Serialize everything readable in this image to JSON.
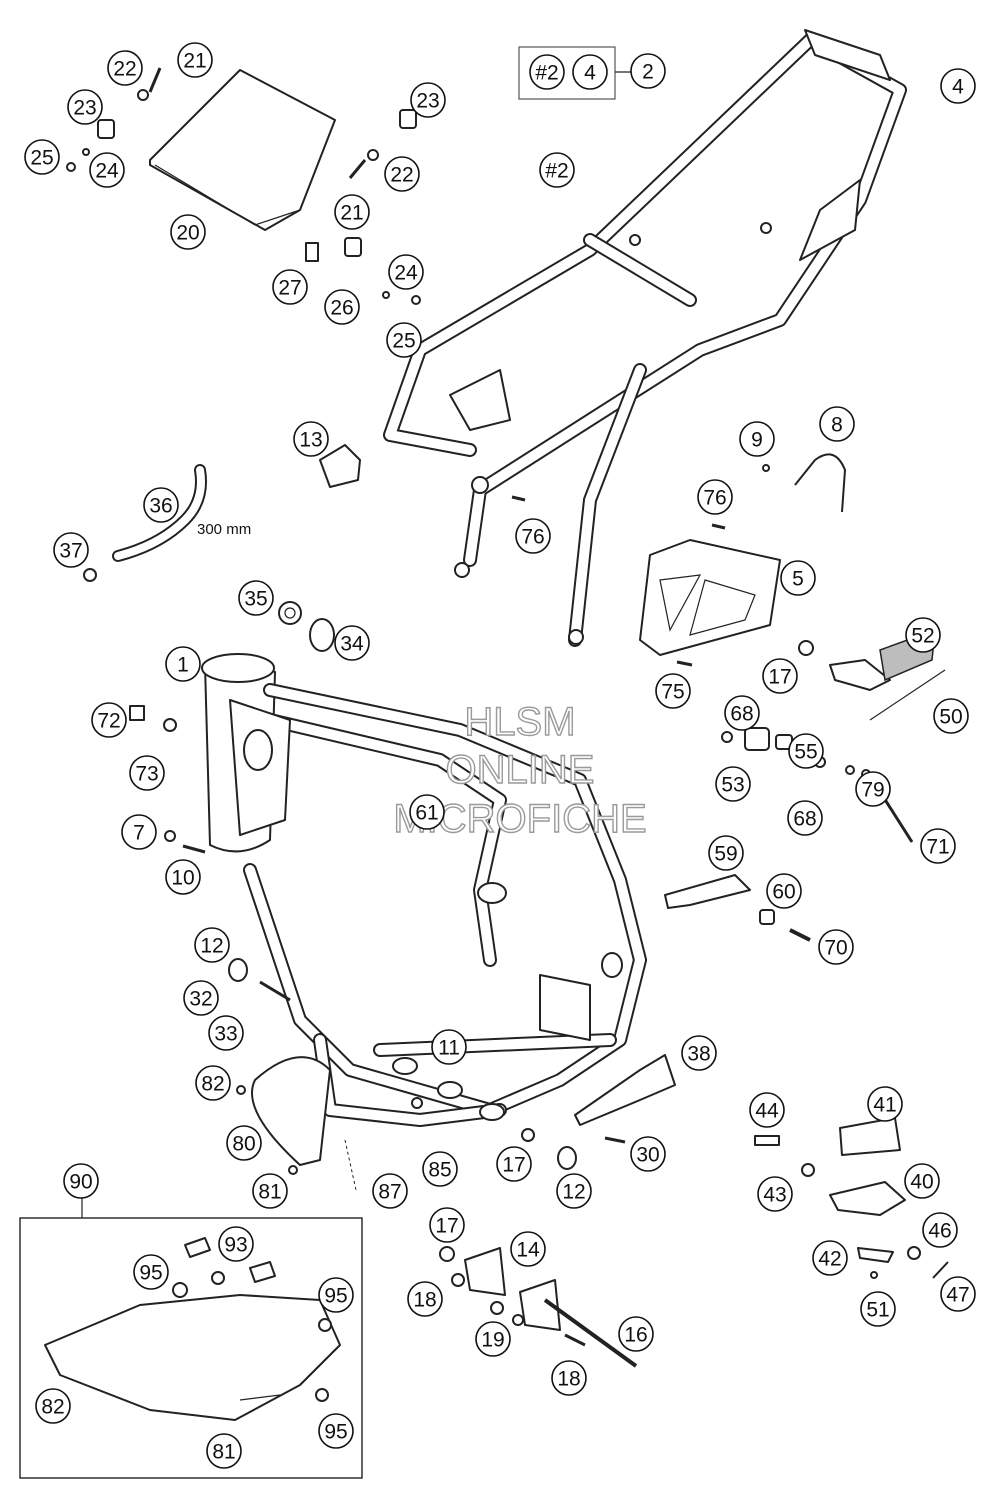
{
  "callouts": [
    {
      "id": "c1",
      "label": "1"
    },
    {
      "id": "c2",
      "label": "2"
    },
    {
      "id": "c4a",
      "label": "4"
    },
    {
      "id": "c4b",
      "label": "4"
    },
    {
      "id": "c2a",
      "label": "#2"
    },
    {
      "id": "c2b",
      "label": "#2"
    },
    {
      "id": "c5",
      "label": "5"
    },
    {
      "id": "c7",
      "label": "7"
    },
    {
      "id": "c8",
      "label": "8"
    },
    {
      "id": "c9",
      "label": "9"
    },
    {
      "id": "c10",
      "label": "10"
    },
    {
      "id": "c11",
      "label": "11"
    },
    {
      "id": "c12a",
      "label": "12"
    },
    {
      "id": "c12b",
      "label": "12"
    },
    {
      "id": "c13",
      "label": "13"
    },
    {
      "id": "c14",
      "label": "14"
    },
    {
      "id": "c16",
      "label": "16"
    },
    {
      "id": "c17a",
      "label": "17"
    },
    {
      "id": "c17b",
      "label": "17"
    },
    {
      "id": "c17c",
      "label": "17"
    },
    {
      "id": "c18a",
      "label": "18"
    },
    {
      "id": "c18b",
      "label": "18"
    },
    {
      "id": "c19",
      "label": "19"
    },
    {
      "id": "c20",
      "label": "20"
    },
    {
      "id": "c21a",
      "label": "21"
    },
    {
      "id": "c21b",
      "label": "21"
    },
    {
      "id": "c22a",
      "label": "22"
    },
    {
      "id": "c22b",
      "label": "22"
    },
    {
      "id": "c23a",
      "label": "23"
    },
    {
      "id": "c23b",
      "label": "23"
    },
    {
      "id": "c24a",
      "label": "24"
    },
    {
      "id": "c24b",
      "label": "24"
    },
    {
      "id": "c25a",
      "label": "25"
    },
    {
      "id": "c25b",
      "label": "25"
    },
    {
      "id": "c26",
      "label": "26"
    },
    {
      "id": "c27",
      "label": "27"
    },
    {
      "id": "c30",
      "label": "30"
    },
    {
      "id": "c32",
      "label": "32"
    },
    {
      "id": "c33",
      "label": "33"
    },
    {
      "id": "c34",
      "label": "34"
    },
    {
      "id": "c35",
      "label": "35"
    },
    {
      "id": "c36",
      "label": "36"
    },
    {
      "id": "c37",
      "label": "37"
    },
    {
      "id": "c38",
      "label": "38"
    },
    {
      "id": "c40",
      "label": "40"
    },
    {
      "id": "c41",
      "label": "41"
    },
    {
      "id": "c42",
      "label": "42"
    },
    {
      "id": "c43",
      "label": "43"
    },
    {
      "id": "c44",
      "label": "44"
    },
    {
      "id": "c46",
      "label": "46"
    },
    {
      "id": "c47",
      "label": "47"
    },
    {
      "id": "c50",
      "label": "50"
    },
    {
      "id": "c51",
      "label": "51"
    },
    {
      "id": "c52",
      "label": "52"
    },
    {
      "id": "c53",
      "label": "53"
    },
    {
      "id": "c55",
      "label": "55"
    },
    {
      "id": "c59",
      "label": "59"
    },
    {
      "id": "c60",
      "label": "60"
    },
    {
      "id": "c61",
      "label": "61"
    },
    {
      "id": "c68a",
      "label": "68"
    },
    {
      "id": "c68b",
      "label": "68"
    },
    {
      "id": "c70",
      "label": "70"
    },
    {
      "id": "c71",
      "label": "71"
    },
    {
      "id": "c72",
      "label": "72"
    },
    {
      "id": "c73",
      "label": "73"
    },
    {
      "id": "c75",
      "label": "75"
    },
    {
      "id": "c76a",
      "label": "76"
    },
    {
      "id": "c76b",
      "label": "76"
    },
    {
      "id": "c79",
      "label": "79"
    },
    {
      "id": "c80",
      "label": "80"
    },
    {
      "id": "c81a",
      "label": "81"
    },
    {
      "id": "c81b",
      "label": "81"
    },
    {
      "id": "c82a",
      "label": "82"
    },
    {
      "id": "c82b",
      "label": "82"
    },
    {
      "id": "c85",
      "label": "85"
    },
    {
      "id": "c87",
      "label": "87"
    },
    {
      "id": "c90",
      "label": "90"
    },
    {
      "id": "c93",
      "label": "93"
    },
    {
      "id": "c95a",
      "label": "95"
    },
    {
      "id": "c95b",
      "label": "95"
    },
    {
      "id": "c95c",
      "label": "95"
    }
  ],
  "dimension_label": "300 mm",
  "watermark": [
    "HLSM",
    "ONLINE",
    "MICROFICHE"
  ]
}
